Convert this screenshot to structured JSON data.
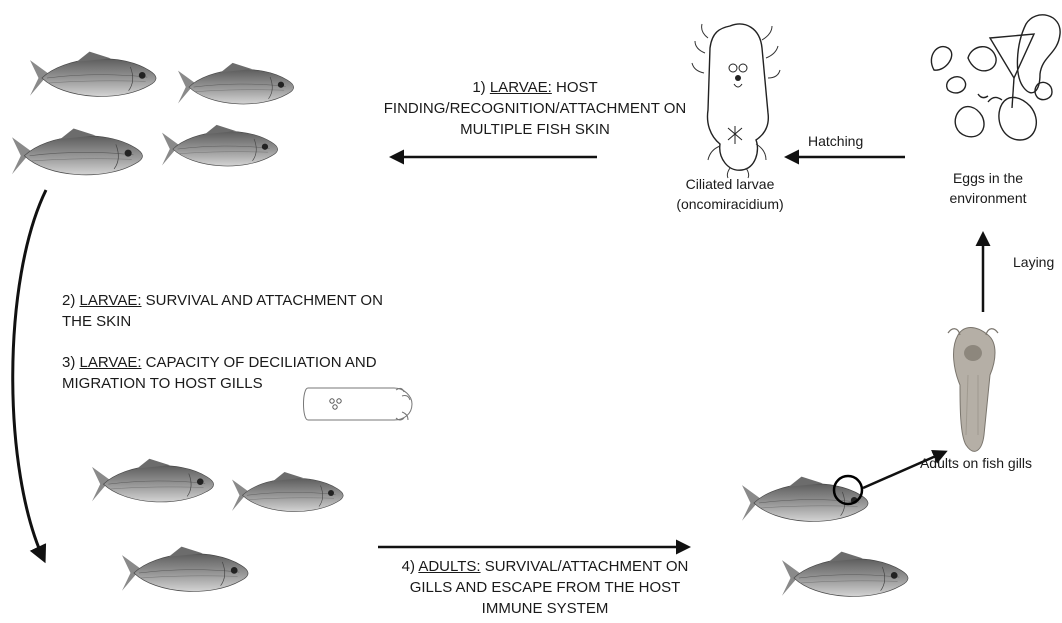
{
  "steps": {
    "step1": {
      "prefix": "1) ",
      "stage": "LARVAE:",
      "text_line1": " HOST",
      "text_line2": "FINDING/RECOGNITION/ATTACHMENT ON",
      "text_line3": "MULTIPLE FISH SKIN"
    },
    "step2": {
      "prefix": "2) ",
      "stage": "LARVAE:",
      "text_line1": " SURVIVAL AND ATTACHMENT ON",
      "text_line2": "THE SKIN"
    },
    "step3": {
      "prefix": "3) ",
      "stage": "LARVAE:",
      "text_line1": " CAPACITY OF DECILIATION AND",
      "text_line2": "MIGRATION TO HOST GILLS"
    },
    "step4": {
      "prefix": "4) ",
      "stage": "ADULTS:",
      "text_line1": " SURVIVAL/ATTACHMENT ON",
      "text_line2": "GILLS AND ESCAPE FROM THE HOST",
      "text_line3": "IMMUNE SYSTEM"
    }
  },
  "labels": {
    "hatching": "Hatching",
    "laying": "Laying",
    "ciliated_line1": "Ciliated larvae",
    "ciliated_line2": "(oncomiracidium)",
    "eggs_line1": "Eggs in the",
    "eggs_line2": "environment",
    "adults": "Adults on fish gills"
  },
  "colors": {
    "arrow": "#111111",
    "fish_body": "#8f8f8f",
    "fish_dark": "#5a5a5a",
    "worm": "#b8b2a8"
  }
}
